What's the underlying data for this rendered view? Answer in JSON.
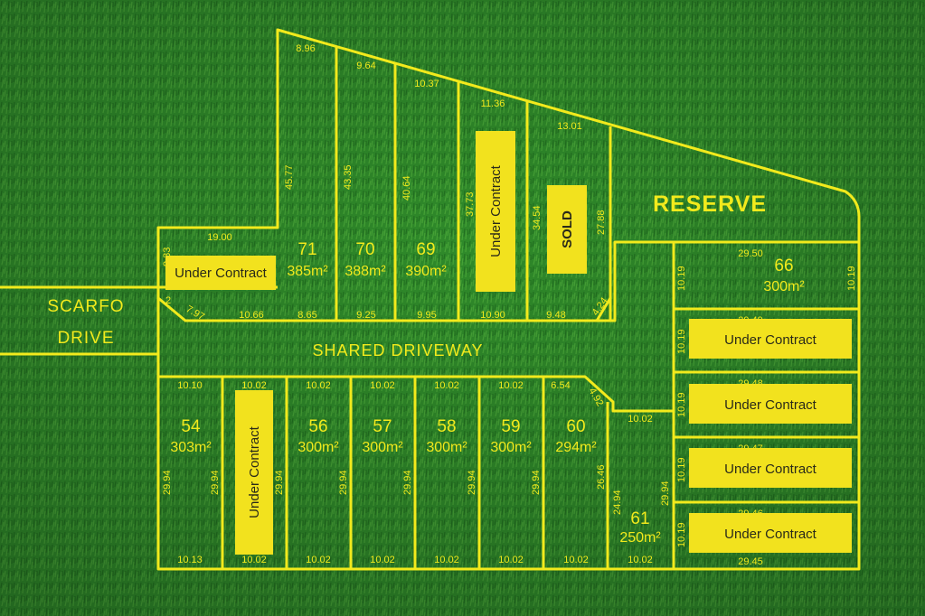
{
  "colors": {
    "grass": "#2f8a2a",
    "line": "#f2ea1c",
    "tag": "#f2e21e"
  },
  "roads": {
    "street_line1": "SCARFO",
    "street_line2": "DRIVE",
    "driveway": "SHARED DRIVEWAY",
    "reserve": "RESERVE"
  },
  "lots": [
    {
      "id": "71",
      "num": "71",
      "area": "385m²"
    },
    {
      "id": "70",
      "num": "70",
      "area": "388m²"
    },
    {
      "id": "69",
      "num": "69",
      "area": "390m²"
    },
    {
      "id": "66",
      "num": "66",
      "area": "300m²"
    },
    {
      "id": "54",
      "num": "54",
      "area": "303m²"
    },
    {
      "id": "56",
      "num": "56",
      "area": "300m²"
    },
    {
      "id": "57",
      "num": "57",
      "area": "300m²"
    },
    {
      "id": "58",
      "num": "58",
      "area": "300m²"
    },
    {
      "id": "59",
      "num": "59",
      "area": "300m²"
    },
    {
      "id": "60",
      "num": "60",
      "area": "294m²"
    },
    {
      "id": "61",
      "num": "61",
      "area": "250m²"
    }
  ],
  "status": {
    "under_contract": "Under Contract",
    "sold": "SOLD"
  },
  "dimensions": {
    "top_frontages": [
      "8.96",
      "9.64",
      "10.37",
      "11.36",
      "13.01"
    ],
    "north_depths": [
      "45.77",
      "43.35",
      "40.64",
      "37.73",
      "34.54",
      "27.88"
    ],
    "north_rear": [
      "10.66",
      "8.65",
      "9.25",
      "9.95",
      "10.90",
      "9.48",
      "4.24"
    ],
    "corner_lot": [
      "19.00",
      "9.33",
      "7.97",
      "2"
    ],
    "east_widths": [
      "29.50",
      "29.49",
      "29.48",
      "29.47",
      "29.46",
      "29.45"
    ],
    "east_depths": [
      "10.19"
    ],
    "south_top": [
      "10.10",
      "10.02",
      "10.02",
      "10.02",
      "10.02",
      "10.02",
      "6.54",
      "4.92"
    ],
    "south_bottom": [
      "10.13",
      "10.02",
      "10.02",
      "10.02",
      "10.02",
      "10.02",
      "10.02",
      "10.02"
    ],
    "south_depths": [
      "29.94",
      "26.46",
      "24.94"
    ],
    "lot61_top": "10.02"
  }
}
